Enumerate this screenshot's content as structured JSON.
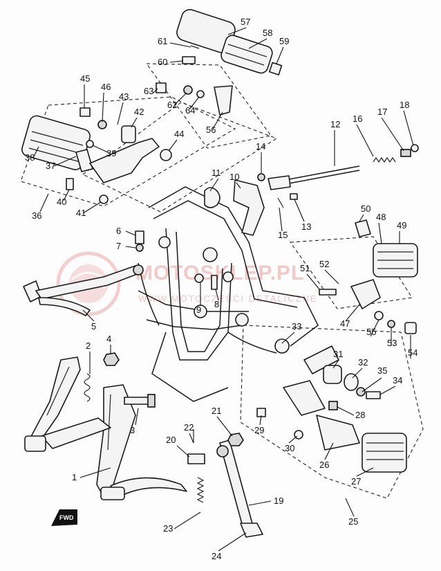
{
  "watermark": {
    "brand": "MOTOSKLEP.PL",
    "tagline": "WWW.MOTOCZESCI DETALICZNE"
  },
  "direction_badge": "FWD",
  "colors": {
    "ink": "#1a1a1a",
    "watermark": "#e9a0a0"
  },
  "callouts": [
    "1",
    "2",
    "3",
    "4",
    "5",
    "6",
    "7",
    "8",
    "9",
    "10",
    "11",
    "12",
    "13",
    "14",
    "15",
    "16",
    "17",
    "18",
    "19",
    "20",
    "21",
    "22",
    "23",
    "24",
    "25",
    "26",
    "27",
    "28",
    "29",
    "30",
    "31",
    "32",
    "33",
    "34",
    "35",
    "36",
    "37",
    "38",
    "39",
    "40",
    "41",
    "42",
    "43",
    "44",
    "45",
    "46",
    "47",
    "48",
    "49",
    "50",
    "51",
    "52",
    "53",
    "54",
    "55",
    "56",
    "57",
    "58",
    "59",
    "60",
    "61",
    "62",
    "63",
    "64"
  ]
}
